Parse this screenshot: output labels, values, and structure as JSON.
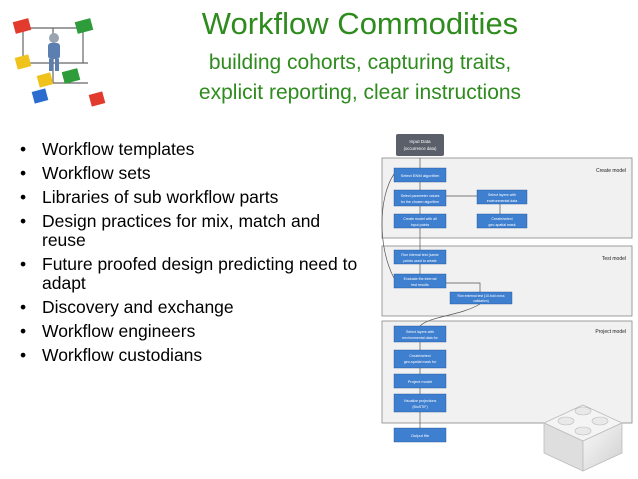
{
  "slide": {
    "title": "Workflow Commodities",
    "subtitle_lines": [
      "building cohorts, capturing traits,",
      "explicit reporting, clear instructions"
    ]
  },
  "bullets": [
    "Workflow templates",
    "Workflow sets",
    "Libraries of sub workflow parts",
    "Design practices for mix, match and reuse",
    "Future proofed design predicting need to adapt",
    "Discovery and exchange",
    "Workflow engineers",
    "Workflow custodians"
  ],
  "bullet_glyph": "•",
  "colors": {
    "title": "#2e8b1e",
    "box_fill": "#3f7fd0",
    "panel_fill": "#f1f1f1"
  },
  "diagram": {
    "input": {
      "line1": "Input Data",
      "line2": "(occurrence data)"
    },
    "panels": [
      "Create model",
      "Test model",
      "Project model"
    ],
    "create_boxes": [
      {
        "line1": "Select ENM algorithm",
        "line2": ""
      },
      {
        "line1": "Select parameter values",
        "line2": "for the chosen algorithm"
      },
      {
        "line1": "Create model with all",
        "line2": "input points"
      },
      {
        "line1": "Select layers with",
        "line2": "environmental data"
      },
      {
        "line1": "Create/select",
        "line2": "geo-spatial mask"
      }
    ],
    "test_boxes": [
      {
        "line1": "Run internal test (same",
        "line2": "points used to create"
      },
      {
        "line1": "Evaluate the internal",
        "line2": "test results"
      },
      {
        "line1": "Run external test (10-fold cross",
        "line2": "validation)"
      }
    ],
    "project_boxes": [
      {
        "line1": "Select layers with",
        "line2": "environmental data for"
      },
      {
        "line1": "Create/select",
        "line2": "geo-spatial mask for"
      },
      {
        "line1": "Project model",
        "line2": ""
      },
      {
        "line1": "Visualize projections",
        "line2": "(BioSTIF)"
      },
      {
        "line1": "Output file",
        "line2": ""
      }
    ]
  }
}
